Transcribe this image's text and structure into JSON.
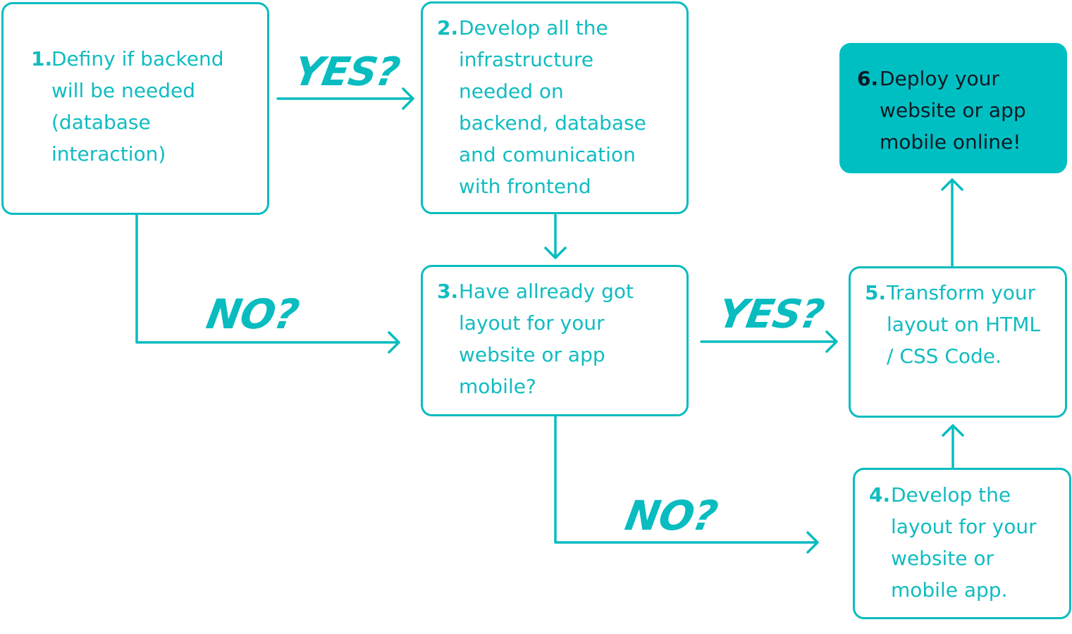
{
  "colors": {
    "accent": "#08bcc0",
    "deploy_fill": "#00bfc3",
    "deploy_text": "#0e1a24"
  },
  "steps": [
    {
      "number": "1.",
      "lines": [
        "Definy if backend",
        "will be  needed",
        "(database",
        "interaction)"
      ]
    },
    {
      "number": "2.",
      "lines": [
        "Develop all the",
        "infrastructure",
        "needed on",
        "backend, database",
        "and comunication",
        "with frontend"
      ]
    },
    {
      "number": "3.",
      "lines": [
        "Have allready got",
        "layout for your",
        "website or app",
        "mobile?"
      ]
    },
    {
      "number": "4.",
      "lines": [
        "Develop the",
        "layout for your",
        "website or",
        "mobile app."
      ]
    },
    {
      "number": "5.",
      "lines": [
        "Transform your",
        "layout on HTML",
        "/ CSS Code."
      ]
    },
    {
      "number": "6.",
      "lines": [
        "Deploy your",
        "website or app",
        "mobile online!"
      ]
    }
  ],
  "edge_labels": {
    "step1_yes": "YES?",
    "step1_no": "NO?",
    "step3_yes": "YES?",
    "step3_no": "NO?"
  }
}
